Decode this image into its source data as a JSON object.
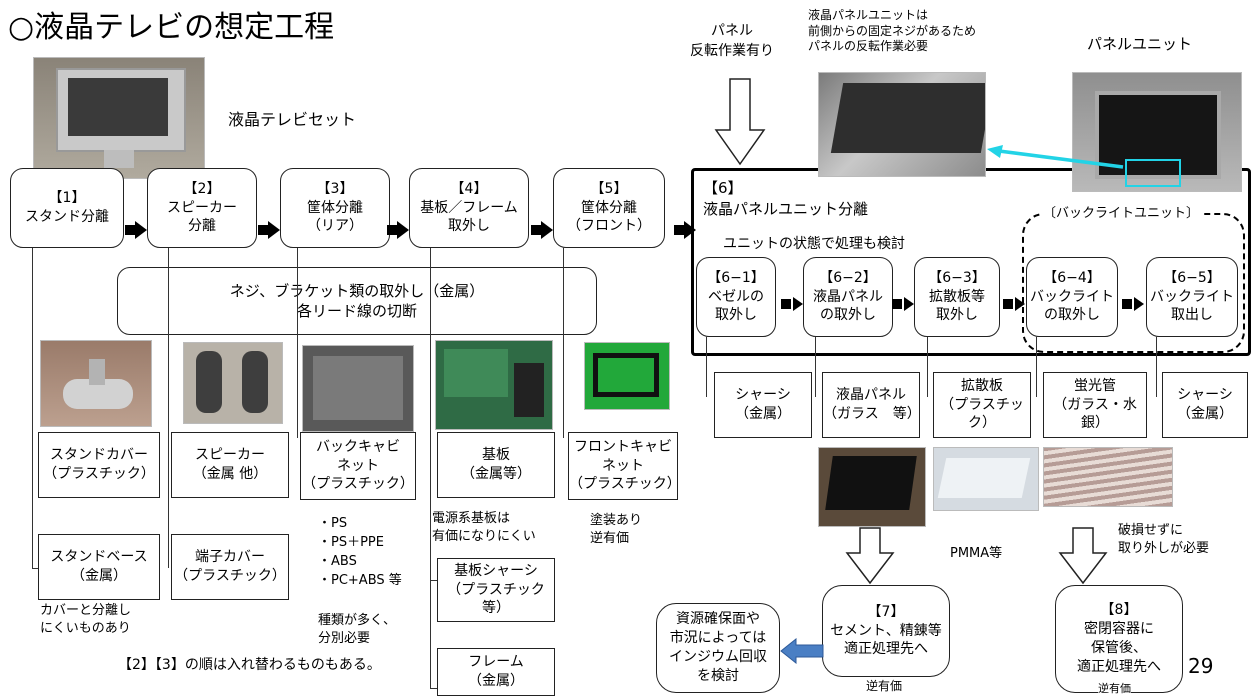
{
  "title": "○液晶テレビの想定工程",
  "set_label": "液晶テレビセット",
  "steps": [
    {
      "label": "【1】\nスタンド分離"
    },
    {
      "label": "【2】\nスピーカー\n分離"
    },
    {
      "label": "【3】\n筐体分離\n（リア）"
    },
    {
      "label": "【4】\n基板／フレーム\n取外し"
    },
    {
      "label": "【5】\n筐体分離\n（フロント）"
    }
  ],
  "step6": {
    "title": "【6】\n液晶パネルユニット分離",
    "note": "ユニットの状態で処理も検討",
    "backlight_label": "〔バックライトユニット〕"
  },
  "substeps": [
    {
      "label": "【6−1】\nベゼルの\n取外し"
    },
    {
      "label": "【6−2】\n液晶パネル\nの取外し"
    },
    {
      "label": "【6−3】\n拡散板等\n取外し"
    },
    {
      "label": "【6−4】\nバックライト\nの取外し"
    },
    {
      "label": "【6−5】\nバックライト\n取出し"
    }
  ],
  "screw_note": "ネジ、ブラケット類の取外し（金属）\n各リード線の切断",
  "panel_flip_note": "パネル\n反転作業有り",
  "panel_unit_note": "液晶パネルユニットは\n前側からの固定ネジがあるため\nパネルの反転作業必要",
  "panel_unit_label": "パネルユニット",
  "materials": {
    "stand_cover": "スタンドカバー\n（プラスチック）",
    "stand_base": "スタンドベース\n（金属）",
    "speaker": "スピーカー\n（金属 他）",
    "terminal_cover": "端子カバー\n（プラスチック）",
    "back_cabinet": "バックキャビ\nネット\n（プラスチック）",
    "board": "基板\n（金属等）",
    "board_chassis": "基板シャーシ\n（プラスチック等）",
    "frame": "フレーム\n（金属）",
    "front_cabinet": "フロントキャビ\nネット\n（プラスチック）",
    "chassis1": "シャーシ\n（金属）",
    "lcd_panel": "液晶パネル\n（ガラス　等）",
    "diffuser": "拡散板\n（プラスチック）",
    "fluorescent": "蛍光管\n（ガラス・水銀）",
    "chassis2": "シャーシ\n（金属）"
  },
  "notes": {
    "stand": "カバーと分離し\nにくいものあり",
    "plastics": "・PS\n・PS＋PPE\n・ABS\n・PC+ABS 等",
    "many_types": "種類が多く、\n分別必要",
    "power_board": "電源系基板は\n有価になりにくい",
    "paint": "塗装あり\n逆有価",
    "order": "【2】【3】の順は入れ替わるものもある。",
    "pmma": "PMMA等",
    "no_break": "破損せずに\n取り外しが必要",
    "negative1": "逆有価",
    "negative2": "逆有価"
  },
  "step7": "【7】\nセメント、精錬等\n適正処理先へ",
  "step8": "【8】\n密閉容器に\n保管後、\n適正処理先へ",
  "indium": "資源確保面や\n市況によっては\nインジウム回収\nを検討",
  "page_number": "29",
  "colors": {
    "highlight": "#22d3e6",
    "blue_arrow": "#4a7fc4"
  }
}
